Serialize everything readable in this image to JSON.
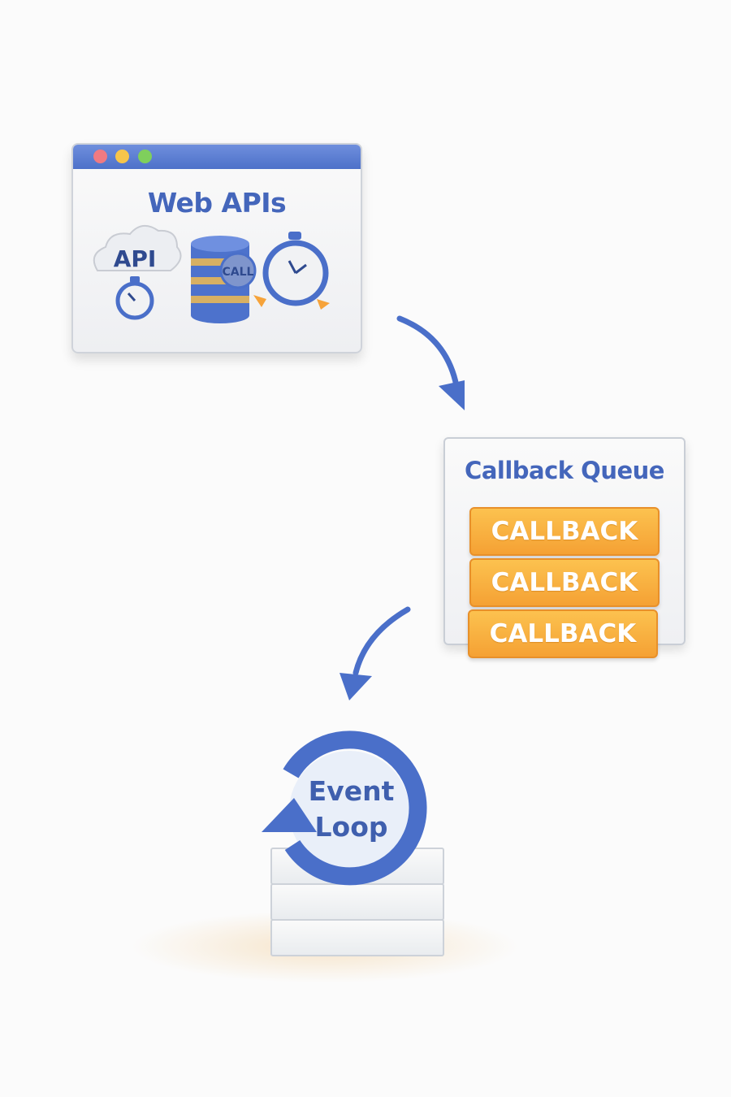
{
  "web_apis": {
    "title": "Web APIs",
    "window_dots": [
      "#f07a82",
      "#f7c54a",
      "#7fcf5c"
    ],
    "cloud_label": "API",
    "database_badge": "CALL",
    "icons": [
      "cloud-icon",
      "stopwatch-icon",
      "database-icon",
      "stopwatch-icon"
    ]
  },
  "callback_queue": {
    "title": "Callback Queue",
    "items": [
      "CALLBACK",
      "CALLBACK",
      "CALLBACK"
    ]
  },
  "event_loop": {
    "line1": "Event",
    "line2": "Loop"
  },
  "colors": {
    "accent_blue": "#4a6fc9",
    "callback_orange": "#f6a33a"
  }
}
